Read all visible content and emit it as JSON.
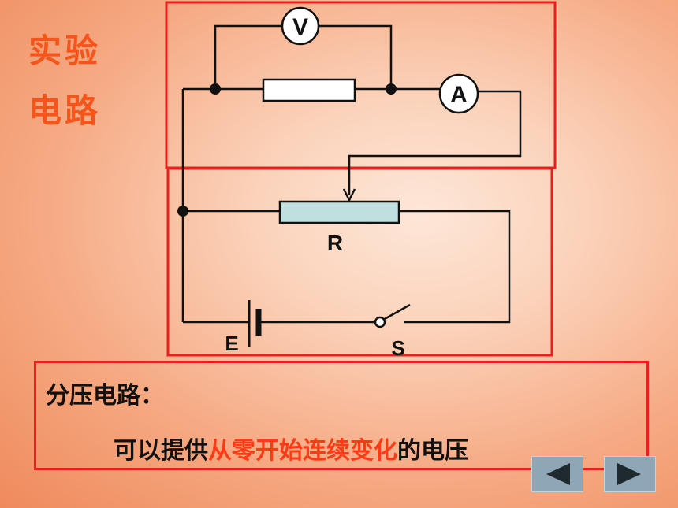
{
  "title": [
    "实验",
    "电路"
  ],
  "labels": {
    "voltmeter": "V",
    "ammeter": "A",
    "rheostat": "R",
    "battery": "E",
    "switch": "S"
  },
  "note": {
    "heading": "分压电路：",
    "body_pre": "可以提供",
    "body_highlight": "从零开始连续变化",
    "body_post": "的电压"
  },
  "colors": {
    "title": "#f5541b",
    "highlight": "#ff3a14",
    "frame": "#e8201e",
    "rheostat_fill": "#bfe0df"
  },
  "nav": {
    "prev_icon": "triangle-left-icon",
    "next_icon": "triangle-right-icon"
  }
}
